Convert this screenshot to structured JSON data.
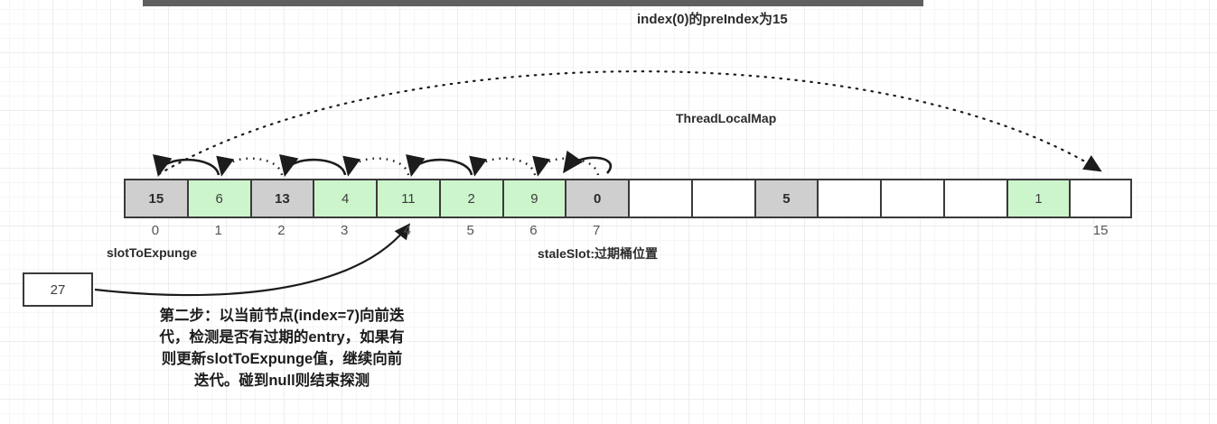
{
  "diagram": {
    "title_label": "index(0)的preIndex为15",
    "structure_label": "ThreadLocalMap",
    "slot_to_expunge_label": "slotToExpunge",
    "stale_slot_label": "staleSlot:过期桶位置",
    "value_box": "27",
    "description_lines": [
      "第二步：以当前节点(index=7)向前迭",
      "代，检测是否有过期的entry，如果有",
      "则更新slotToExpunge值，继续向前",
      "迭代。碰到null则结束探测"
    ],
    "array": {
      "cells": [
        {
          "index": "0",
          "value": "15",
          "state": "gray"
        },
        {
          "index": "1",
          "value": "6",
          "state": "green"
        },
        {
          "index": "2",
          "value": "13",
          "state": "gray"
        },
        {
          "index": "3",
          "value": "4",
          "state": "green"
        },
        {
          "index": "4",
          "value": "11",
          "state": "green"
        },
        {
          "index": "5",
          "value": "2",
          "state": "green"
        },
        {
          "index": "6",
          "value": "9",
          "state": "green"
        },
        {
          "index": "7",
          "value": "0",
          "state": "gray"
        },
        {
          "index": "8",
          "value": "",
          "state": "empty"
        },
        {
          "index": "9",
          "value": "",
          "state": "empty"
        },
        {
          "index": "10",
          "value": "5",
          "state": "gray"
        },
        {
          "index": "11",
          "value": "",
          "state": "empty"
        },
        {
          "index": "12",
          "value": "",
          "state": "empty"
        },
        {
          "index": "13",
          "value": "",
          "state": "empty"
        },
        {
          "index": "14",
          "value": "1",
          "state": "green"
        },
        {
          "index": "15",
          "value": "",
          "state": "empty"
        }
      ],
      "visible_index_labels": [
        "0",
        "1",
        "2",
        "3",
        "4",
        "5",
        "6",
        "7",
        "",
        "",
        "",
        "",
        "",
        "",
        "",
        "15"
      ]
    },
    "colors": {
      "stale_fill": "#cfcfcf",
      "active_fill": "#ccf5cc",
      "empty_fill": "#ffffff",
      "border": "#3a3a3a",
      "grid": "#ededed",
      "topbar": "#5f5f5f"
    }
  }
}
